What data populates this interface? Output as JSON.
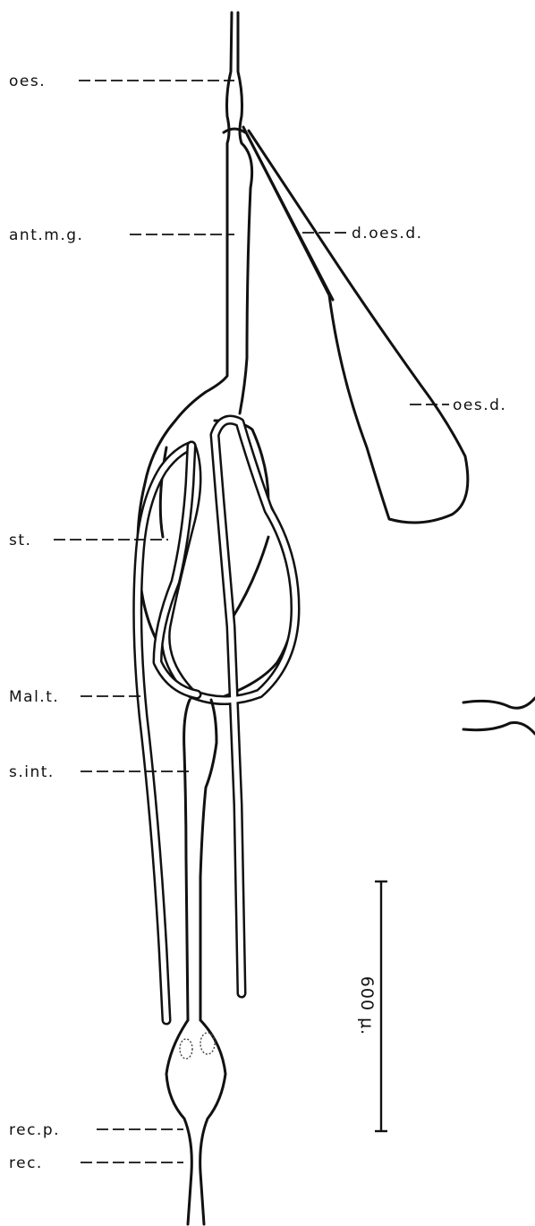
{
  "labels": {
    "oes": "oes.",
    "ant_mg": "ant.m.g.",
    "d_oes_d": "d.oes.d.",
    "oes_d": "oes.d.",
    "st": "st.",
    "mal_t": "Mal.t.",
    "s_int": "s.int.",
    "rec_p": "rec.p.",
    "rec": "rec."
  },
  "scale_bar": {
    "label": "600 μ."
  }
}
